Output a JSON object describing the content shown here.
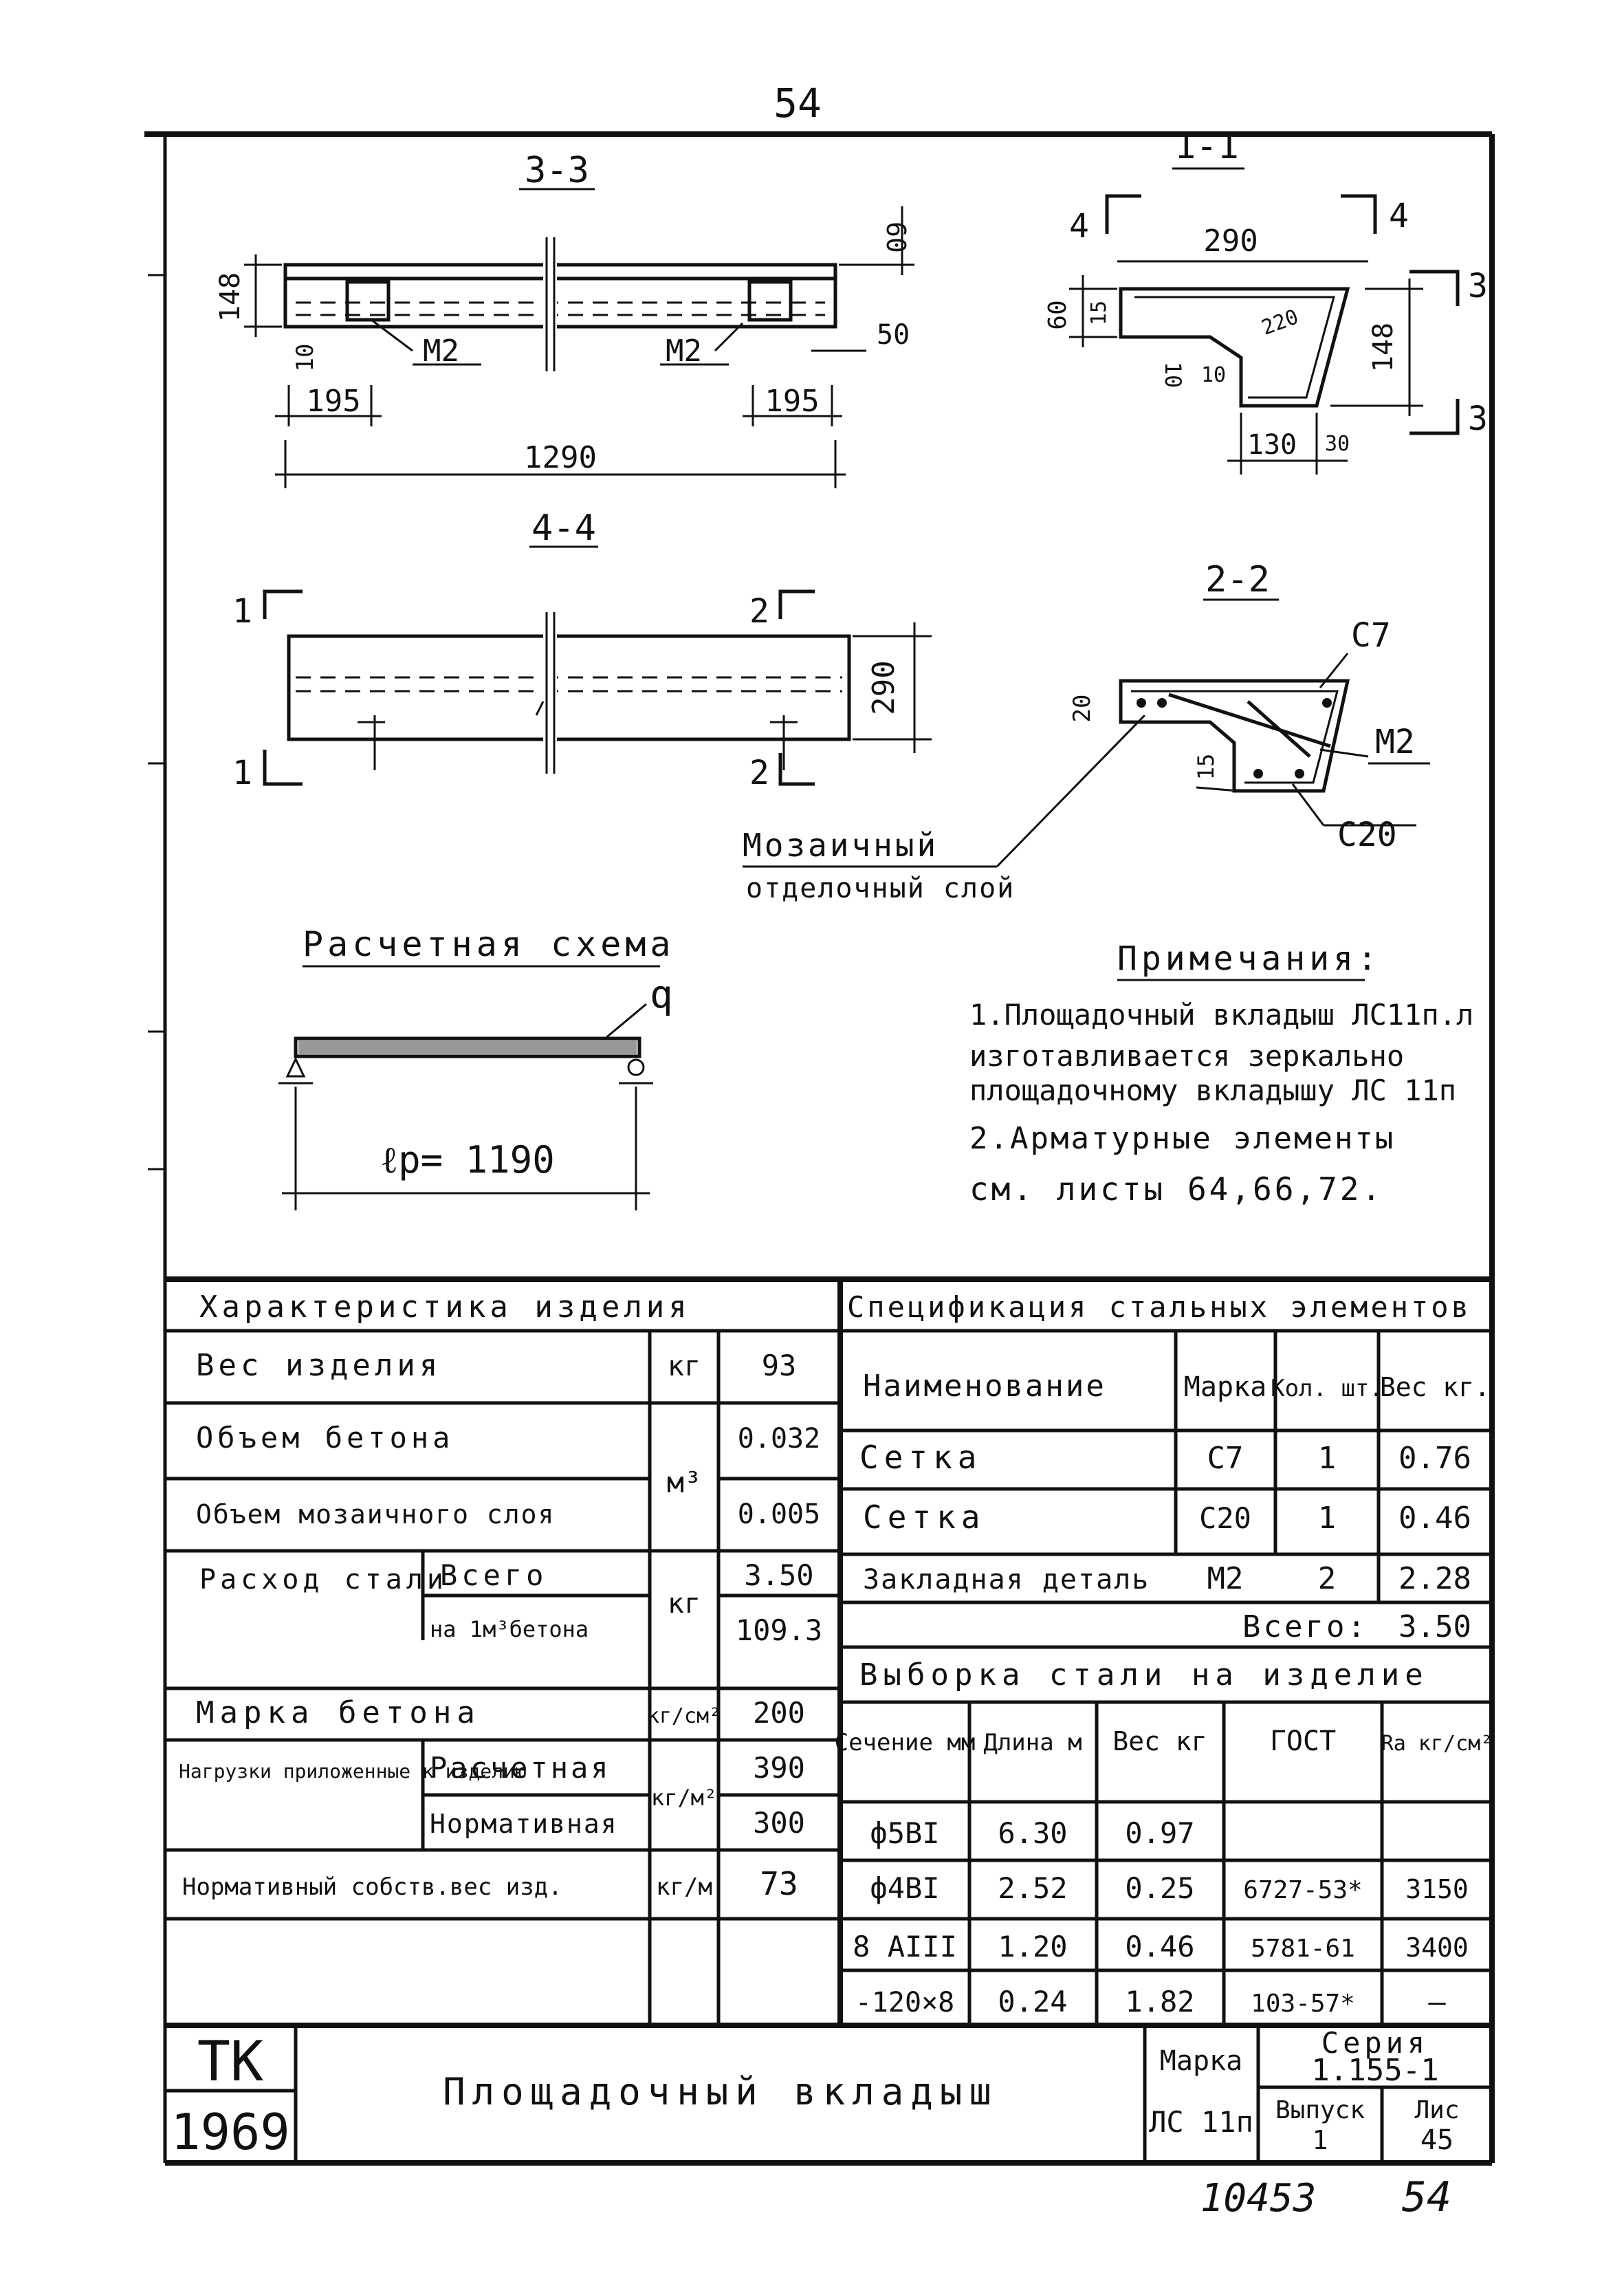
{
  "page": {
    "top_number": "54",
    "bottom_number": "54",
    "archive_number": "10453"
  },
  "drawings": {
    "section_33": {
      "label": "3-3",
      "dims": {
        "h148": "148",
        "d60": "60",
        "d50": "50",
        "d10": "10",
        "left195": "195",
        "right195": "195",
        "total": "1290"
      },
      "parts": {
        "left": "M2",
        "right": "M2"
      }
    },
    "section_11": {
      "label": "1-1",
      "cut_left": "4",
      "cut_right": "4",
      "cut_3_top": "3",
      "cut_3_bottom": "3",
      "dims": {
        "width": "290",
        "h148": "148",
        "d60": "60",
        "d15": "15",
        "d10a": "10",
        "d10b": "10",
        "d130": "130",
        "d30": "30",
        "d220": "220"
      }
    },
    "section_44": {
      "label": "4-4",
      "cut_1_top": "1",
      "cut_1_bottom": "1",
      "cut_2_top": "2",
      "cut_2_bottom": "2",
      "dim_right": "290"
    },
    "section_22": {
      "label": "2-2",
      "parts": {
        "c7": "C7",
        "m2": "M2",
        "c20": "C20"
      },
      "dims": {
        "d20": "20",
        "d15": "15"
      }
    },
    "mosaic_note": {
      "line1": "Мозаичный",
      "line2": "отделочный слой"
    },
    "design_scheme": {
      "title": "Расчетная схема",
      "load": "q",
      "span": "ℓр= 1190"
    }
  },
  "notes": {
    "title": "Примечания:",
    "items": [
      "1.Площадочный вкладыш ЛС11п.л",
      "изготавливается зеркально",
      "площадочному вкладышу ЛС 11п",
      "2.Арматурные элементы",
      "см. листы 64,66,72."
    ]
  },
  "characteristics": {
    "title": "Характеристика изделия",
    "rows": [
      {
        "name": "Вес изделия",
        "unit": "кг",
        "value": "93"
      },
      {
        "name": "Объем бетона",
        "unit": "м³",
        "value": "0.032"
      },
      {
        "name": "Объем мозаичного слоя",
        "unit": "",
        "value": "0.005"
      },
      {
        "name": "Расход стали",
        "sub": "Всего",
        "unit": "кг",
        "value": "3.50"
      },
      {
        "name": "",
        "sub": "на 1м³бетона",
        "unit": "",
        "value": "109.3"
      },
      {
        "name": "Марка бетона",
        "unit": "кг/см²",
        "value": "200"
      },
      {
        "name": "Нагрузки приложенные к изделию",
        "sub": "Расчетная",
        "unit": "кг/м²",
        "value": "390"
      },
      {
        "name": "",
        "sub": "Нормативная",
        "unit": "",
        "value": "300"
      },
      {
        "name": "Нормативный собств.вес изд.",
        "unit": "кг/м",
        "value": "73"
      }
    ]
  },
  "specification": {
    "title": "Спецификация стальных элементов",
    "headers": [
      "Наименование",
      "Марка",
      "Кол. шт.",
      "Вес кг."
    ],
    "rows": [
      [
        "Сетка",
        "С7",
        "1",
        "0.76"
      ],
      [
        "Сетка",
        "С20",
        "1",
        "0.46"
      ],
      [
        "Закладная деталь",
        "М2",
        "2",
        "2.28"
      ]
    ],
    "total_label": "Всего:",
    "total_value": "3.50"
  },
  "steel_selection": {
    "title": "Выборка стали на изделие",
    "headers": [
      "Сечение мм",
      "Длина м",
      "Вес кг",
      "ГОСТ",
      "Ra кг/см²"
    ],
    "rows": [
      [
        "ф5ВI",
        "6.30",
        "0.97",
        "",
        ""
      ],
      [
        "ф4ВI",
        "2.52",
        "0.25",
        "6727-53*",
        "3150"
      ],
      [
        "8 АIII",
        "1.20",
        "0.46",
        "5781-61",
        "3400"
      ],
      [
        "-120×8",
        "0.24",
        "1.82",
        "103-57*",
        "—"
      ]
    ]
  },
  "title_block": {
    "org": "ТК",
    "year": "1969",
    "name": "Площадочный вкладыш",
    "marka_label": "Марка",
    "marka": "ЛС 11п",
    "series_label": "Серия",
    "series": "1.155-1",
    "issue_label": "Выпуск",
    "issue": "1",
    "sheet_label": "Лис",
    "sheet": "45"
  }
}
